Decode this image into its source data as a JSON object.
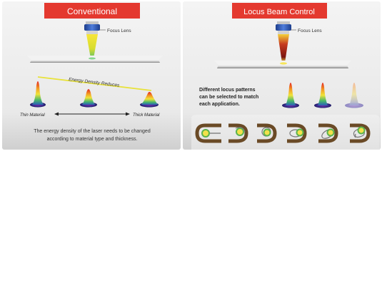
{
  "left_panel": {
    "title": "Conventional",
    "focus_lens_label": "Focus Lens",
    "energy_label": "Energy Density Reduces",
    "thin_label": "Thin Material",
    "thick_label": "Thick Material",
    "caption_line1": "The energy density of the laser needs to be changed",
    "caption_line2": "according to material type and thickness."
  },
  "right_panel": {
    "title": "Locus Beam Control",
    "focus_lens_label": "Focus Lens",
    "desc_line1": "Different locus patterns",
    "desc_line2": "can be selected to match",
    "desc_line3": "each application."
  },
  "colors": {
    "title_red": "#e4392f",
    "yellow_line": "#e8e23a",
    "brown_track": "#6a4a26",
    "green_circle": "#5bb24d",
    "lens_blue": "#2d4fa6"
  },
  "locus_patterns": [
    "straight",
    "circle-lead",
    "circle-loop",
    "loop-double",
    "oval-diagonal",
    "figure-eight"
  ]
}
